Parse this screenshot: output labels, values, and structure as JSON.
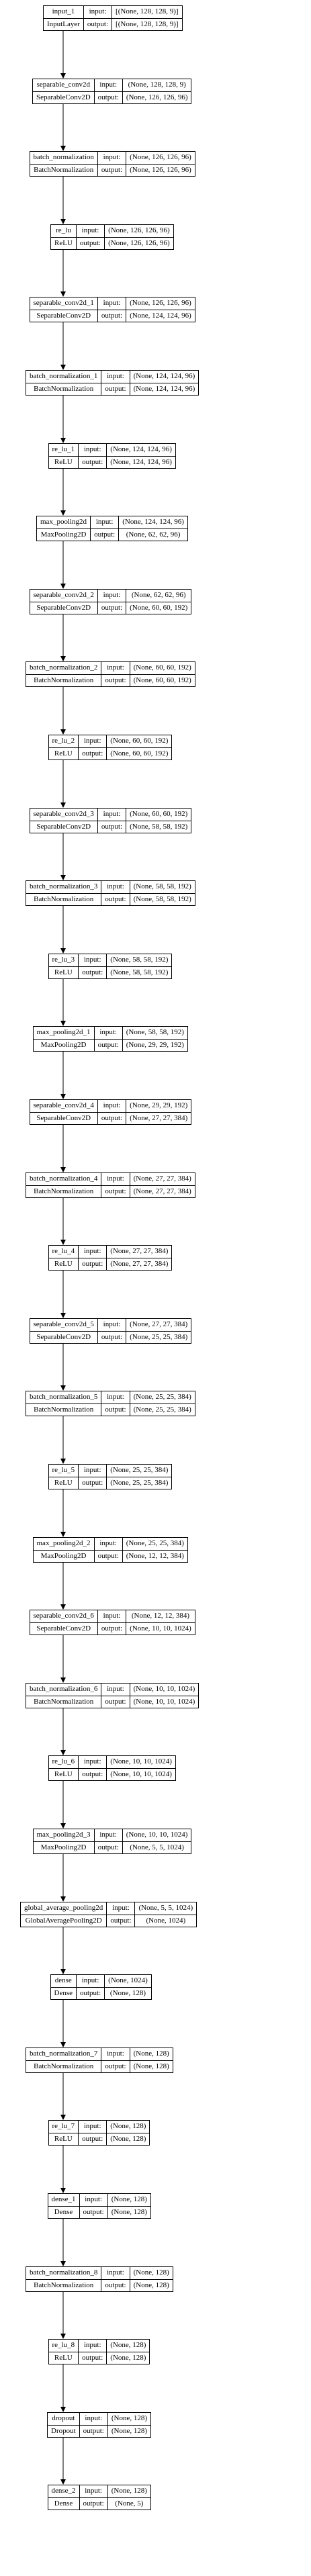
{
  "layers": [
    {
      "name": "input_1",
      "type": "InputLayer",
      "input": "[(None, 128, 128, 9)]",
      "output": "[(None, 128, 128, 9)]"
    },
    {
      "name": "separable_conv2d",
      "type": "SeparableConv2D",
      "input": "(None, 128, 128, 9)",
      "output": "(None, 126, 126, 96)"
    },
    {
      "name": "batch_normalization",
      "type": "BatchNormalization",
      "input": "(None, 126, 126, 96)",
      "output": "(None, 126, 126, 96)"
    },
    {
      "name": "re_lu",
      "type": "ReLU",
      "input": "(None, 126, 126, 96)",
      "output": "(None, 126, 126, 96)"
    },
    {
      "name": "separable_conv2d_1",
      "type": "SeparableConv2D",
      "input": "(None, 126, 126, 96)",
      "output": "(None, 124, 124, 96)"
    },
    {
      "name": "batch_normalization_1",
      "type": "BatchNormalization",
      "input": "(None, 124, 124, 96)",
      "output": "(None, 124, 124, 96)"
    },
    {
      "name": "re_lu_1",
      "type": "ReLU",
      "input": "(None, 124, 124, 96)",
      "output": "(None, 124, 124, 96)"
    },
    {
      "name": "max_pooling2d",
      "type": "MaxPooling2D",
      "input": "(None, 124, 124, 96)",
      "output": "(None, 62, 62, 96)"
    },
    {
      "name": "separable_conv2d_2",
      "type": "SeparableConv2D",
      "input": "(None, 62, 62, 96)",
      "output": "(None, 60, 60, 192)"
    },
    {
      "name": "batch_normalization_2",
      "type": "BatchNormalization",
      "input": "(None, 60, 60, 192)",
      "output": "(None, 60, 60, 192)"
    },
    {
      "name": "re_lu_2",
      "type": "ReLU",
      "input": "(None, 60, 60, 192)",
      "output": "(None, 60, 60, 192)"
    },
    {
      "name": "separable_conv2d_3",
      "type": "SeparableConv2D",
      "input": "(None, 60, 60, 192)",
      "output": "(None, 58, 58, 192)"
    },
    {
      "name": "batch_normalization_3",
      "type": "BatchNormalization",
      "input": "(None, 58, 58, 192)",
      "output": "(None, 58, 58, 192)"
    },
    {
      "name": "re_lu_3",
      "type": "ReLU",
      "input": "(None, 58, 58, 192)",
      "output": "(None, 58, 58, 192)"
    },
    {
      "name": "max_pooling2d_1",
      "type": "MaxPooling2D",
      "input": "(None, 58, 58, 192)",
      "output": "(None, 29, 29, 192)"
    },
    {
      "name": "separable_conv2d_4",
      "type": "SeparableConv2D",
      "input": "(None, 29, 29, 192)",
      "output": "(None, 27, 27, 384)"
    },
    {
      "name": "batch_normalization_4",
      "type": "BatchNormalization",
      "input": "(None, 27, 27, 384)",
      "output": "(None, 27, 27, 384)"
    },
    {
      "name": "re_lu_4",
      "type": "ReLU",
      "input": "(None, 27, 27, 384)",
      "output": "(None, 27, 27, 384)"
    },
    {
      "name": "separable_conv2d_5",
      "type": "SeparableConv2D",
      "input": "(None, 27, 27, 384)",
      "output": "(None, 25, 25, 384)"
    },
    {
      "name": "batch_normalization_5",
      "type": "BatchNormalization",
      "input": "(None, 25, 25, 384)",
      "output": "(None, 25, 25, 384)"
    },
    {
      "name": "re_lu_5",
      "type": "ReLU",
      "input": "(None, 25, 25, 384)",
      "output": "(None, 25, 25, 384)"
    },
    {
      "name": "max_pooling2d_2",
      "type": "MaxPooling2D",
      "input": "(None, 25, 25, 384)",
      "output": "(None, 12, 12, 384)"
    },
    {
      "name": "separable_conv2d_6",
      "type": "SeparableConv2D",
      "input": "(None, 12, 12, 384)",
      "output": "(None, 10, 10, 1024)"
    },
    {
      "name": "batch_normalization_6",
      "type": "BatchNormalization",
      "input": "(None, 10, 10, 1024)",
      "output": "(None, 10, 10, 1024)"
    },
    {
      "name": "re_lu_6",
      "type": "ReLU",
      "input": "(None, 10, 10, 1024)",
      "output": "(None, 10, 10, 1024)"
    },
    {
      "name": "max_pooling2d_3",
      "type": "MaxPooling2D",
      "input": "(None, 10, 10, 1024)",
      "output": "(None, 5, 5, 1024)"
    },
    {
      "name": "global_average_pooling2d",
      "type": "GlobalAveragePooling2D",
      "input": "(None, 5, 5, 1024)",
      "output": "(None, 1024)"
    },
    {
      "name": "dense",
      "type": "Dense",
      "input": "(None, 1024)",
      "output": "(None, 128)"
    },
    {
      "name": "batch_normalization_7",
      "type": "BatchNormalization",
      "input": "(None, 128)",
      "output": "(None, 128)"
    },
    {
      "name": "re_lu_7",
      "type": "ReLU",
      "input": "(None, 128)",
      "output": "(None, 128)"
    },
    {
      "name": "dense_1",
      "type": "Dense",
      "input": "(None, 128)",
      "output": "(None, 128)"
    },
    {
      "name": "batch_normalization_8",
      "type": "BatchNormalization",
      "input": "(None, 128)",
      "output": "(None, 128)"
    },
    {
      "name": "re_lu_8",
      "type": "ReLU",
      "input": "(None, 128)",
      "output": "(None, 128)"
    },
    {
      "name": "dropout",
      "type": "Dropout",
      "input": "(None, 128)",
      "output": "(None, 128)"
    },
    {
      "name": "dense_2",
      "type": "Dense",
      "input": "(None, 128)",
      "output": "(None, 5)"
    }
  ],
  "labels": {
    "input": "input:",
    "output": "output:"
  },
  "colors": {
    "border": "#000000",
    "background": "#ffffff",
    "edge": "#000000"
  }
}
